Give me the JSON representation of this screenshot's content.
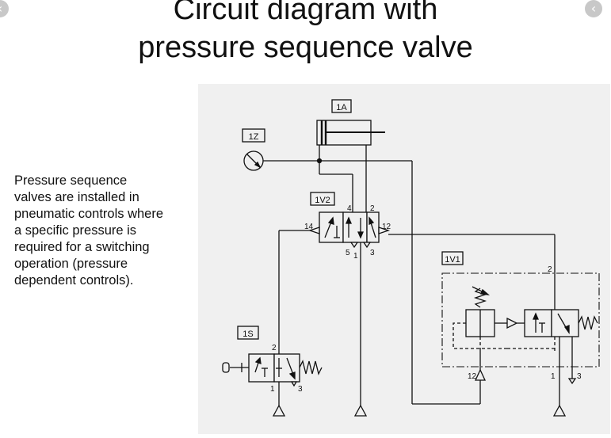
{
  "slide": {
    "title_lines": [
      "Circuit diagram with",
      "pressure sequence valve"
    ],
    "description_lines": [
      "Pressure sequence",
      "valves are installed in",
      "pneumatic controls where",
      "a specific pressure is",
      "required for a switching",
      "operation (pressure",
      "dependent controls)."
    ],
    "nav": {
      "prev_glyph": "‹",
      "next_glyph": "‹"
    }
  },
  "diagram": {
    "labels": {
      "actuator": "1A",
      "gauge": "1Z",
      "main_valve": "1V2",
      "sequence_valve": "1V1",
      "start_valve": "1S"
    },
    "ports": {
      "v2_pilot_left": "14",
      "v2_pilot_right": "12",
      "v2_out_a": "4",
      "v2_out_b": "2",
      "v2_exhaust_a": "5",
      "v2_supply": "1",
      "v2_exhaust_b": "3",
      "v1_out": "2",
      "v1_pilot": "12",
      "v1_supply": "1",
      "v1_exhaust": "3",
      "s_out": "2",
      "s_supply": "1",
      "s_exhaust": "3"
    }
  }
}
